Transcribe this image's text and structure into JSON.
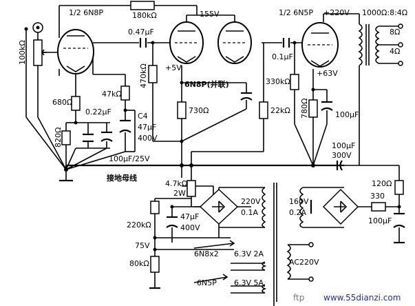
{
  "labels": {
    "tube1": "1/2  6N8P",
    "r180k": "180kΩ",
    "v155": "155V",
    "tube3": "1/2  6N5P",
    "v220": "+220V",
    "ratio": "1000Ω:8:4Ω",
    "c047": "0.47μF",
    "ohm8": "8Ω",
    "ohm4": "4Ω",
    "r100k": "100kΩ",
    "c01": "0.1μF",
    "r470k": "470kΩ",
    "v5": "+5V",
    "v63": "+63V",
    "r47k": "47kΩ",
    "tube2": "6N8P(并联)",
    "r330k": "330kΩ",
    "r680": "680Ω",
    "c022": "0.22μF",
    "c4": "C4",
    "c4_cap": "47μF",
    "c4_v": "400V",
    "r730": "730Ω",
    "r22k": "22kΩ",
    "r780": "780Ω",
    "c100u": "100μF",
    "r820": "820Ω",
    "c100_25": "100μF/25V",
    "ground_bus": "接地母线",
    "c100_300": "100μF",
    "c100_300v": "300V",
    "r47k2w": "4.7kΩ",
    "r47k2w_p": "2W",
    "v220ac": "220V",
    "a01": "0.1A",
    "v160": "160V",
    "a02": "0.2A",
    "r120": "120Ω",
    "r330": "330",
    "c47_400": "47μF",
    "c47_400v": "400V",
    "c100_r": "100μF",
    "r220k": "220kΩ",
    "v75": "75V",
    "r80k": "80kΩ",
    "heater1_name": "6N8x2",
    "heater1_v": "6.3V  2A",
    "heater2_name": "6N5P",
    "heater2_v": "6.3V  5A",
    "ac220": "AC220V",
    "watermark_url": "www.55dianzi.com",
    "watermark_logo": "ftp"
  }
}
